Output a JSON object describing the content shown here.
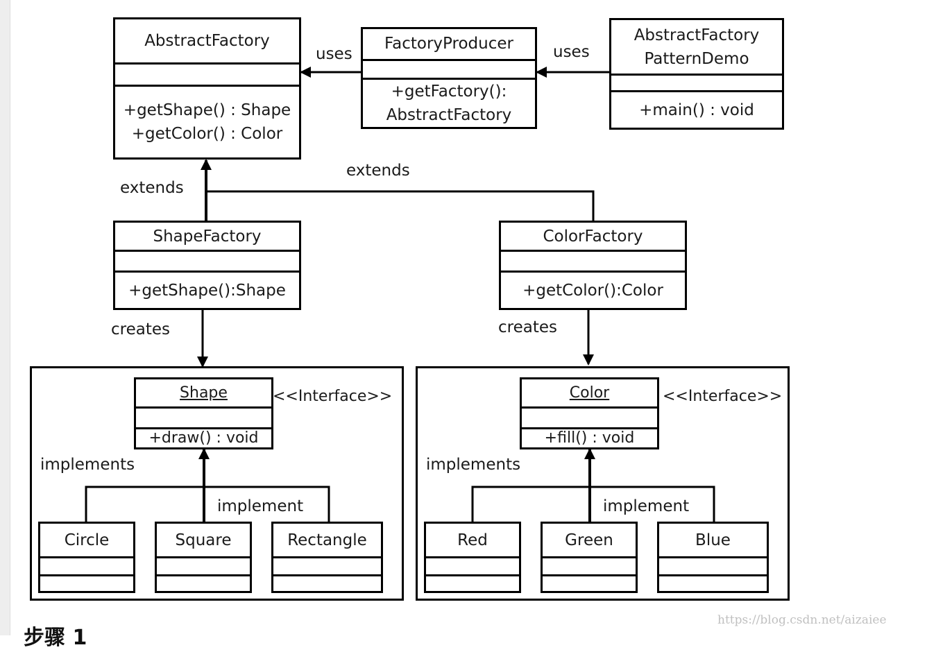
{
  "classes": {
    "abstract_factory": {
      "name": "AbstractFactory",
      "methods": "+getShape() : Shape\n+getColor() : Color"
    },
    "factory_producer": {
      "name": "FactoryProducer",
      "methods": "+getFactory():\nAbstractFactory"
    },
    "demo": {
      "name": "AbstractFactory\nPatternDemo",
      "methods": "+main() : void"
    },
    "shape_factory": {
      "name": "ShapeFactory",
      "methods": "+getShape():Shape"
    },
    "color_factory": {
      "name": "ColorFactory",
      "methods": "+getColor():Color"
    },
    "shape": {
      "name": "Shape",
      "methods": "+draw() : void"
    },
    "color": {
      "name": "Color",
      "methods": "+fill() : void"
    },
    "circle": {
      "name": "Circle"
    },
    "square": {
      "name": "Square"
    },
    "rectangle": {
      "name": "Rectangle"
    },
    "red": {
      "name": "Red"
    },
    "green": {
      "name": "Green"
    },
    "blue": {
      "name": "Blue"
    }
  },
  "labels": {
    "uses_1": "uses",
    "uses_2": "uses",
    "extends_left": "extends",
    "extends_right": "extends",
    "creates_left": "creates",
    "creates_right": "creates",
    "implements_left": "implements",
    "implements_right": "implements",
    "implement_left": "implement",
    "implement_right": "implement",
    "interface_left": "<<Interface>>",
    "interface_right": "<<Interface>>"
  },
  "watermark": "https://blog.csdn.net/aizaiee",
  "step_heading": "步骤 1"
}
